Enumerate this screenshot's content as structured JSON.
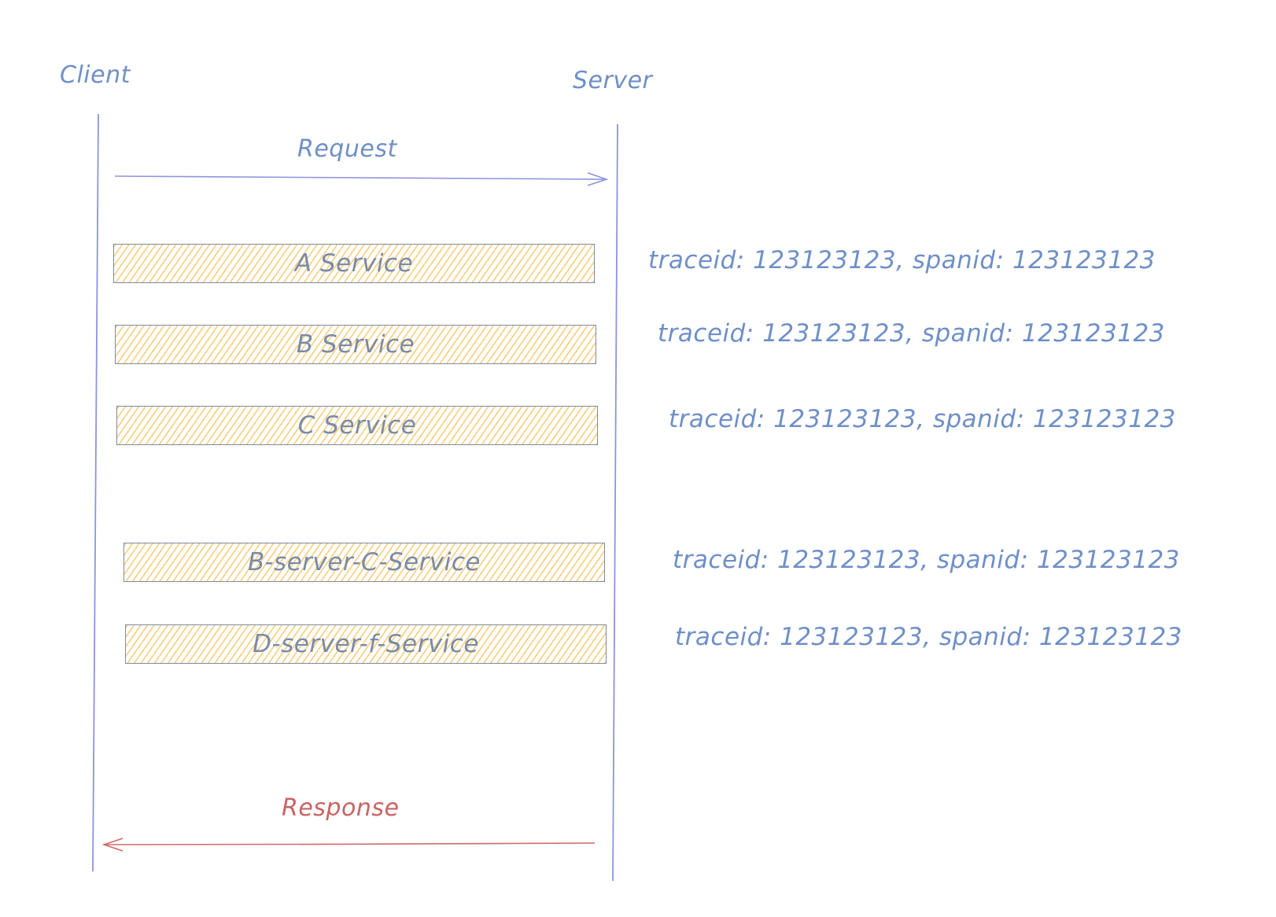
{
  "actors": {
    "client": "Client",
    "server": "Server"
  },
  "messages": {
    "request": "Request",
    "response": "Response"
  },
  "services": [
    {
      "label": "A Service",
      "trace": "traceid: 123123123, spanid: 123123123"
    },
    {
      "label": "B Service",
      "trace": "traceid: 123123123, spanid: 123123123"
    },
    {
      "label": "C Service",
      "trace": "traceid: 123123123, spanid: 123123123"
    },
    {
      "label": "B-server-C-Service",
      "trace": "traceid: 123123123, spanid: 123123123"
    },
    {
      "label": "D-server-f-Service",
      "trace": "traceid: 123123123, spanid: 123123123"
    }
  ],
  "colors": {
    "lifeline": "#8e93e0",
    "request_arrow": "#8e93e0",
    "response_arrow": "#d06a6a",
    "box_border": "#7d8aa0",
    "hatch": "#f5be50",
    "label_blue": "#6f8fc7",
    "label_red": "#c96363"
  }
}
